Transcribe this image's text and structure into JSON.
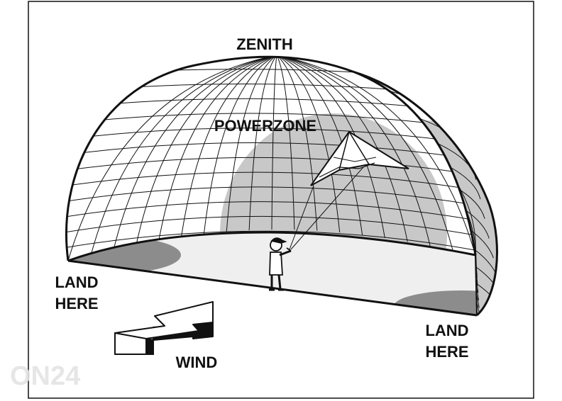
{
  "labels": {
    "zenith": "ZENITH",
    "powerzone": "POWERZONE",
    "land_left_1": "LAND",
    "land_left_2": "HERE",
    "land_right_1": "LAND",
    "land_right_2": "HERE",
    "wind": "WIND"
  },
  "watermark": "ON24",
  "colors": {
    "stroke": "#111111",
    "powerzone_shade": "#c8c8c8",
    "landing_shade": "#8c8c8c",
    "floor": "#efefef",
    "wind_top": "#ffffff",
    "wind_side": "#111111"
  },
  "icons": {
    "kite": "kite-icon",
    "person": "kite-flyer-icon",
    "wind_arrow": "wind-arrow-icon"
  }
}
